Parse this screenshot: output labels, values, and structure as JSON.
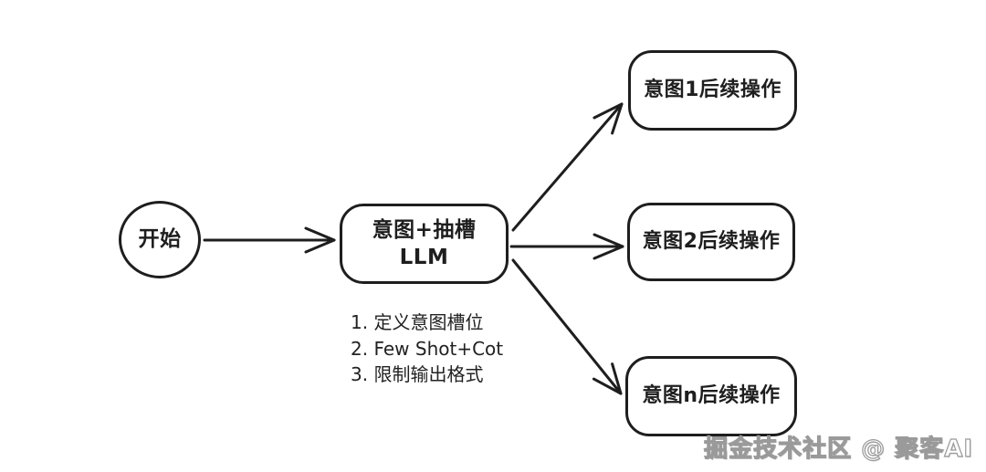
{
  "diagram": {
    "background_color": "#ffffff",
    "stroke_color": "#1e1e1e",
    "nodes": {
      "start": {
        "shape": "circle",
        "label": "开始"
      },
      "llm": {
        "shape": "rounded-rect",
        "label_line1": "意图+抽槽",
        "label_line2": "LLM"
      },
      "intent1": {
        "shape": "rounded-rect",
        "label": "意图1后续操作"
      },
      "intent2": {
        "shape": "rounded-rect",
        "label": "意图2后续操作"
      },
      "intentN": {
        "shape": "rounded-rect",
        "label": "意图n后续操作"
      }
    },
    "edges": [
      {
        "from": "start",
        "to": "llm"
      },
      {
        "from": "llm",
        "to": "intent1"
      },
      {
        "from": "llm",
        "to": "intent2"
      },
      {
        "from": "llm",
        "to": "intentN"
      }
    ],
    "notes": {
      "items": [
        "1. 定义意图槽位",
        "2. Few Shot+Cot",
        "3. 限制输出格式"
      ]
    },
    "watermark": "掘金技术社区 @ 聚客AI"
  }
}
